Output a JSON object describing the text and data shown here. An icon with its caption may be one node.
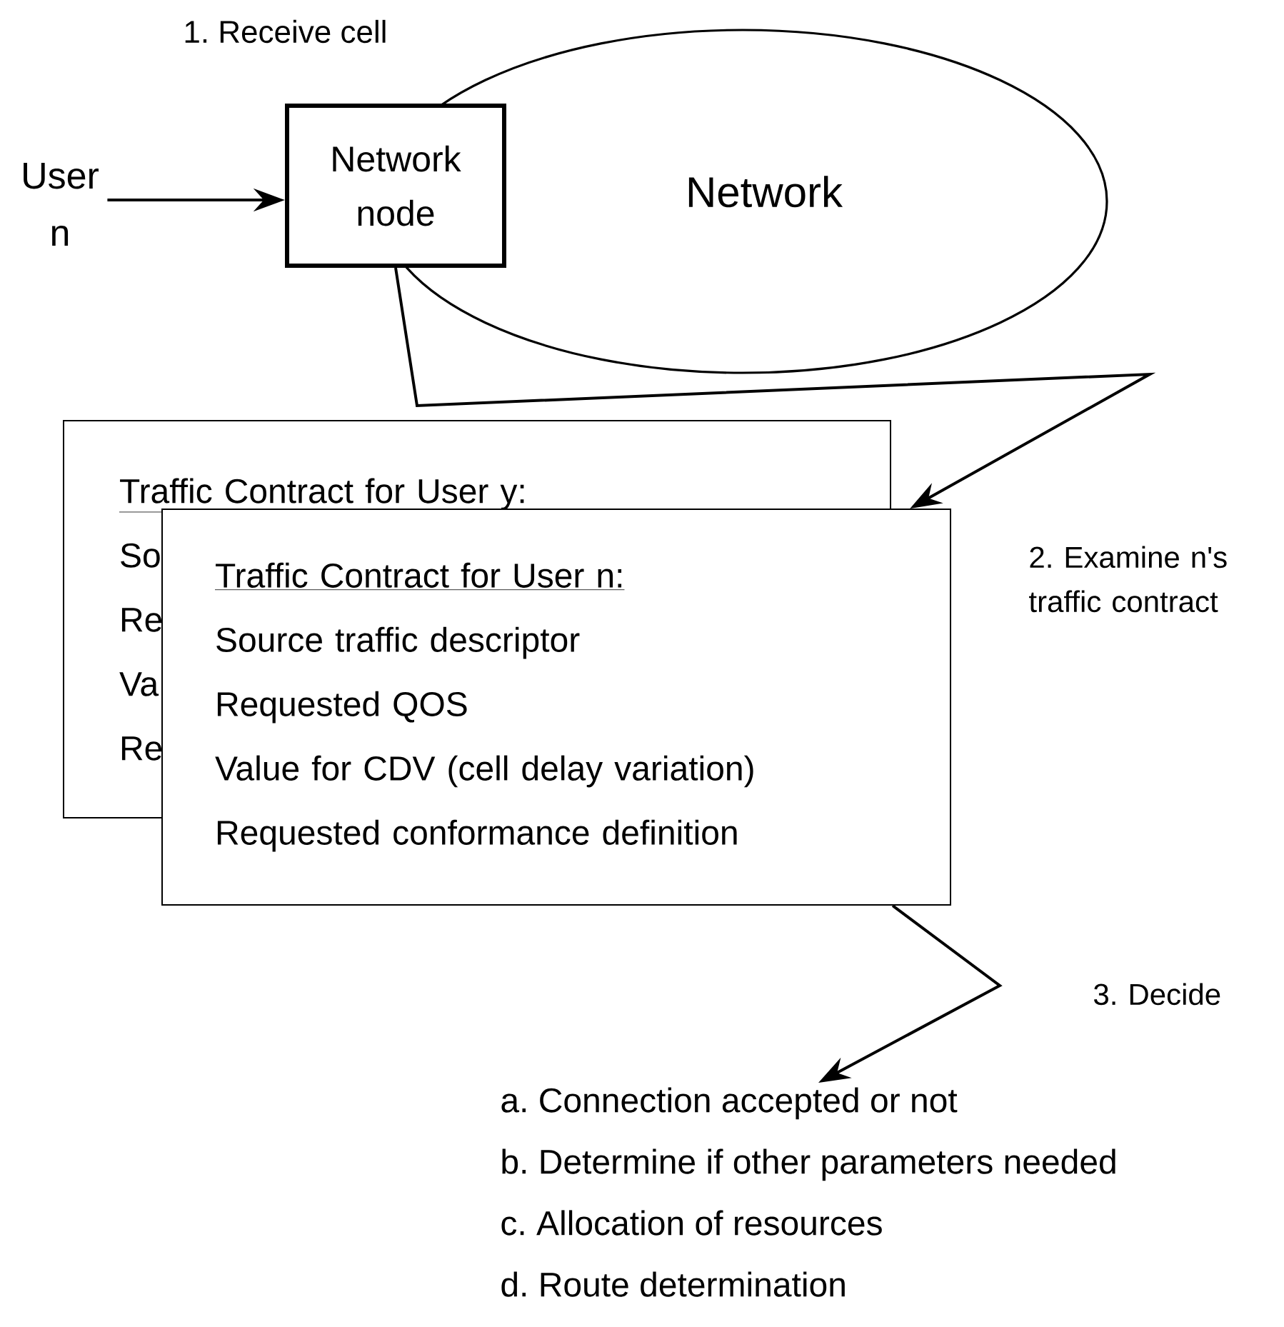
{
  "diagram": {
    "nodes": [
      {
        "text": [
          "User n"
        ]
      },
      {
        "text": [
          "Network"
        ]
      },
      {
        "text": [
          "Network node"
        ]
      },
      {
        "text": [
          "Traffic Contract for User y:",
          "So",
          "Re",
          "Va",
          "Re"
        ]
      },
      {
        "text": [
          "Traffic Contract for User n:",
          "Source traffic descriptor",
          "Requested QOS",
          "Value for CDV (cell delay variation)",
          "Requested conformance definition"
        ]
      },
      {
        "text": [
          "a. Connection accepted or not",
          "b. Determine if other parameters needed",
          "c. Allocation  of resources",
          "d. Route determination"
        ]
      }
    ],
    "edges": [
      {
        "from": 0,
        "to": 2,
        "arrow": "to"
      },
      {
        "from": 2,
        "to": 4,
        "arrow": "to",
        "label": "2. Examine n's traffic contract"
      },
      {
        "from": 4,
        "to": 5,
        "arrow": "to",
        "label": "3. Decide"
      }
    ],
    "labels": [
      "1. Receive cell"
    ]
  }
}
